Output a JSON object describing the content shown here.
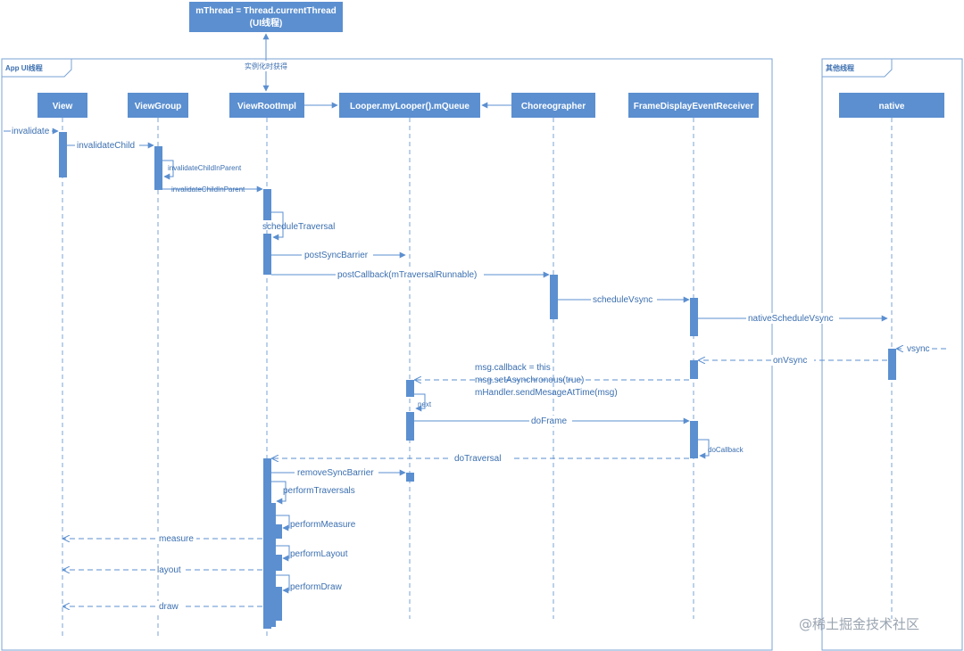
{
  "thread_note": {
    "line1": "mThread = Thread.currentThread",
    "line2": "(UI线程)",
    "link_label": "实例化时获得"
  },
  "frames": [
    {
      "title": "App UI线程"
    },
    {
      "title": "其他线程"
    }
  ],
  "participants": [
    "View",
    "ViewGroup",
    "ViewRootImpl",
    "Looper.myLooper().mQueue",
    "Choreographer",
    "FrameDisplayEventReceiver",
    "native"
  ],
  "messages": {
    "invalidate": "invalidate",
    "invalidate_child": "invalidateChild",
    "invalidate_child_in_parent_self": "invalidateChildInParent",
    "invalidate_child_in_parent": "invalidateChildInParent",
    "schedule_traversal": "scheduleTraversal",
    "post_sync_barrier": "postSyncBarrier",
    "post_callback": "postCallback(mTraversalRunnable)",
    "schedule_vsync": "scheduleVsync",
    "native_schedule_vsync": "nativeScheduleVsync",
    "vsync": "vsync",
    "on_vsync": "onVsync",
    "msg_callback": "msg.callback = this",
    "msg_set_async": "msg.setAsynchronous(true)",
    "send_message_at_time": "mHandler.sendMesageAtTime(msg)",
    "next": "next",
    "do_frame": "doFrame",
    "do_callback": "doCallback",
    "do_traversal": "doTraversal",
    "remove_sync_barrier": "removeSyncBarrier",
    "perform_traversals": "performTraversals",
    "perform_measure": "performMeasure",
    "perform_layout": "performLayout",
    "perform_draw": "performDraw",
    "measure": "measure",
    "layout": "layout",
    "draw": "draw"
  },
  "colors": {
    "header_fill": "#5b8fd0",
    "line": "#5b8fd0",
    "frame": "#7aa3d6",
    "text": "#3b6fb0"
  },
  "watermark": "@稀土掘金技术社区"
}
